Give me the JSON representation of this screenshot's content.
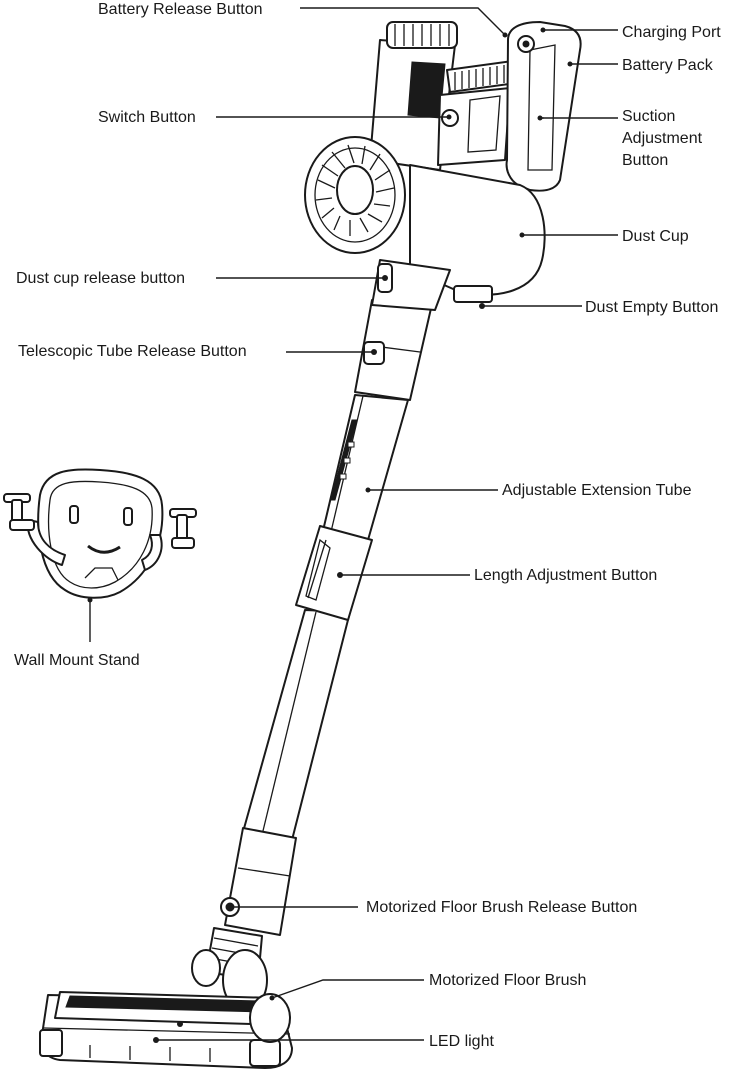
{
  "diagram": {
    "labels": {
      "battery_release_button": "Battery Release Button",
      "charging_port": "Charging Port",
      "battery_pack": "Battery Pack",
      "switch_button": "Switch Button",
      "suction_adjustment_button_line1": "Suction",
      "suction_adjustment_button_line2": "Adjustment",
      "suction_adjustment_button_line3": "Button",
      "dust_cup": "Dust Cup",
      "dust_cup_release_button": "Dust cup release button",
      "dust_empty_button": "Dust Empty Button",
      "telescopic_tube_release_button": "Telescopic Tube Release Button",
      "adjustable_extension_tube": "Adjustable Extension Tube",
      "length_adjustment_button": "Length Adjustment Button",
      "wall_mount_stand": "Wall Mount Stand",
      "motorized_floor_brush_release_button": "Motorized Floor Brush Release Button",
      "motorized_floor_brush": "Motorized Floor Brush",
      "led_light": "LED light"
    }
  }
}
